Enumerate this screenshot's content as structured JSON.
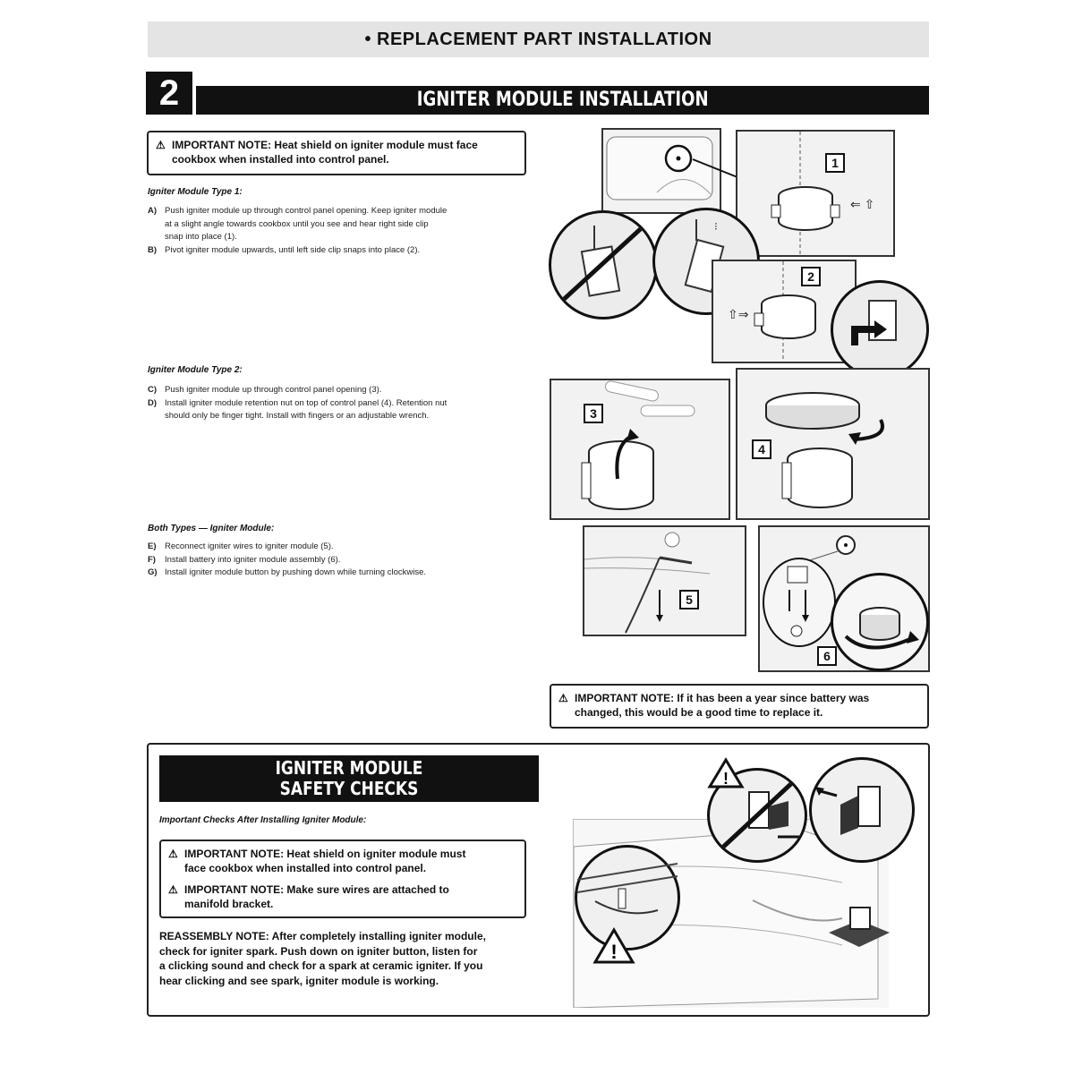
{
  "header": {
    "banner": "• REPLACEMENT PART INSTALLATION"
  },
  "section": {
    "step_number": "2",
    "title": "IGNITER MODULE INSTALLATION"
  },
  "important_note_1": {
    "icon": "warning-triangle-icon",
    "line1": "IMPORTANT NOTE: Heat shield on igniter module must face",
    "line2": "cookbox when installed into control panel."
  },
  "type1": {
    "heading": "Igniter Module Type 1:",
    "steps": [
      {
        "key": "A)",
        "lines": [
          "Push igniter module up through control panel opening. Keep igniter module",
          "at a slight angle towards cookbox until you see and hear right side clip",
          "snap into place (1)."
        ]
      },
      {
        "key": "B)",
        "lines": [
          "Pivot igniter module upwards, until left side clip snaps into place (2)."
        ]
      }
    ]
  },
  "type2": {
    "heading": "Igniter Module Type 2:",
    "steps": [
      {
        "key": "C)",
        "lines": [
          "Push igniter module up through control panel opening (3)."
        ]
      },
      {
        "key": "D)",
        "lines": [
          "Install igniter module retention nut on top of control panel (4). Retention nut",
          "should only be finger tight. Install with fingers or an adjustable wrench."
        ]
      }
    ]
  },
  "both": {
    "heading": "Both Types — Igniter Module:",
    "steps": [
      {
        "key": "E)",
        "lines": [
          "Reconnect igniter wires to igniter module (5)."
        ]
      },
      {
        "key": "F)",
        "lines": [
          "Install battery into igniter module assembly (6)."
        ]
      },
      {
        "key": "G)",
        "lines": [
          "Install igniter module button by pushing down while turning clockwise."
        ]
      }
    ]
  },
  "figures": {
    "tags": [
      "1",
      "2",
      "3",
      "4",
      "5",
      "6"
    ]
  },
  "important_note_2": {
    "line1": "IMPORTANT NOTE: If it has been a year since battery was",
    "line2": "changed, this would be a good time to replace it."
  },
  "safety": {
    "title_line1": "IGNITER MODULE",
    "title_line2": "SAFETY CHECKS",
    "subheading": "Important Checks After Installing Igniter Module:",
    "note_a_line1": "IMPORTANT NOTE: Heat shield on igniter module must",
    "note_a_line2": "face cookbox when installed into control panel.",
    "note_b_line1": "IMPORTANT NOTE: Make sure wires are attached to",
    "note_b_line2": "manifold bracket.",
    "reassembly": [
      "REASSEMBLY NOTE: After completely installing igniter module,",
      "check for igniter spark. Push down on igniter button, listen for",
      "a clicking sound and check for a spark at ceramic igniter. If you",
      "hear clicking and see spark, igniter module is working."
    ]
  }
}
